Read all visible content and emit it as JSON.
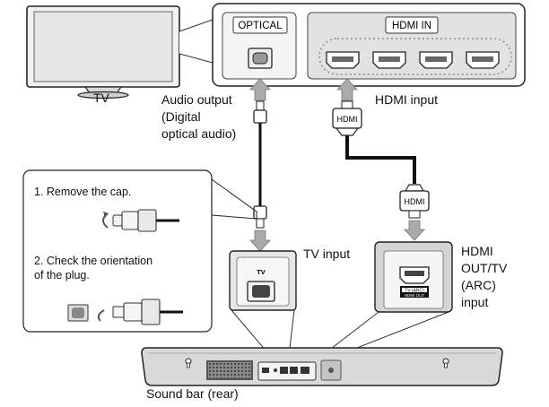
{
  "tv": {
    "label": "TV"
  },
  "tv_panel": {
    "optical_label": "OPTICAL",
    "hdmi_in_label": "HDMI IN"
  },
  "labels": {
    "audio_output_l1": "Audio output",
    "audio_output_l2": "(Digital",
    "audio_output_l3": "optical audio)",
    "hdmi_input": "HDMI input",
    "tv_input": "TV input",
    "hdmi_out_l1": "HDMI",
    "hdmi_out_l2": "OUT/TV",
    "hdmi_out_l3": "(ARC)",
    "hdmi_out_l4": "input",
    "sound_bar_rear": "Sound bar (rear)"
  },
  "plug_labels": {
    "top": "HDMI",
    "bottom": "HDMI"
  },
  "soundbar_panel": {
    "tv_tag": "TV",
    "arc_tag_l1": "TV (ARC)",
    "arc_tag_l2": "HDMI OUT"
  },
  "instructions": {
    "step1": "1.  Remove the cap.",
    "step2_l1": "2.  Check the orientation",
    "step2_l2": "     of the plug."
  }
}
